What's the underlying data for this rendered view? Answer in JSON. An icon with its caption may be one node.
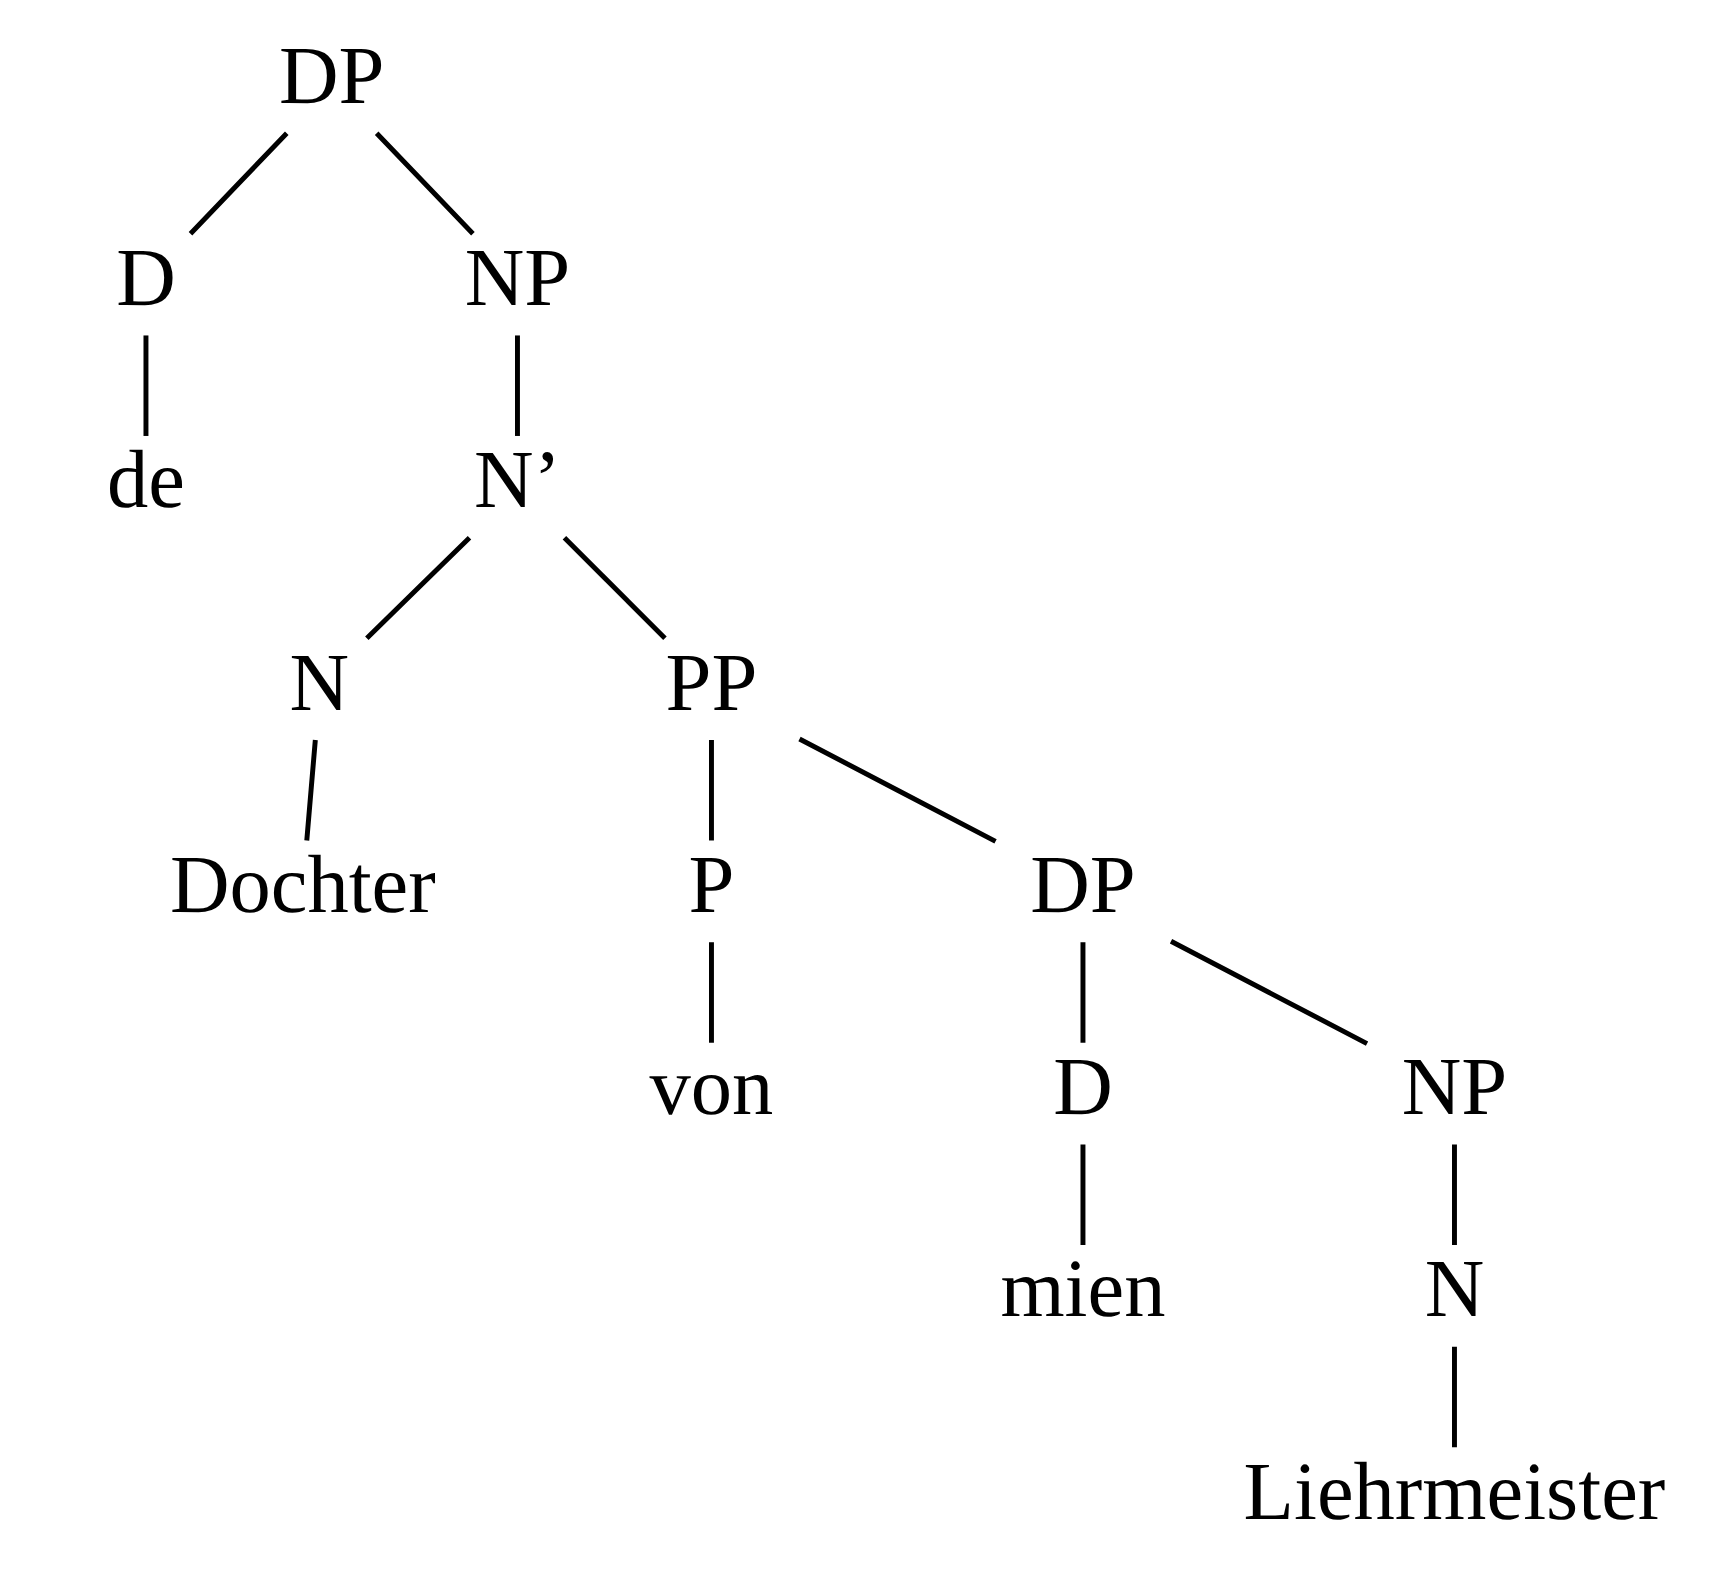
{
  "diagram": {
    "nodes": [
      {
        "text": [
          "DP"
        ]
      },
      {
        "text": [
          "D"
        ]
      },
      {
        "text": [
          "NP"
        ]
      },
      {
        "text": [
          "de"
        ]
      },
      {
        "text": [
          "N’"
        ]
      },
      {
        "text": [
          "N"
        ]
      },
      {
        "text": [
          "PP"
        ]
      },
      {
        "text": [
          "Dochter"
        ]
      },
      {
        "text": [
          "P"
        ]
      },
      {
        "text": [
          "DP"
        ]
      },
      {
        "text": [
          "von"
        ]
      },
      {
        "text": [
          "D"
        ]
      },
      {
        "text": [
          "NP"
        ]
      },
      {
        "text": [
          "mien"
        ]
      },
      {
        "text": [
          "N"
        ]
      },
      {
        "text": [
          "Liehrmeister"
        ]
      }
    ],
    "edges": [
      {
        "from": 0,
        "to": 1,
        "arrow": "none"
      },
      {
        "from": 0,
        "to": 2,
        "arrow": "none"
      },
      {
        "from": 1,
        "to": 3,
        "arrow": "none"
      },
      {
        "from": 2,
        "to": 4,
        "arrow": "none"
      },
      {
        "from": 4,
        "to": 5,
        "arrow": "none"
      },
      {
        "from": 4,
        "to": 6,
        "arrow": "none"
      },
      {
        "from": 5,
        "to": 7,
        "arrow": "none"
      },
      {
        "from": 6,
        "to": 8,
        "arrow": "none"
      },
      {
        "from": 6,
        "to": 9,
        "arrow": "none"
      },
      {
        "from": 8,
        "to": 10,
        "arrow": "none"
      },
      {
        "from": 9,
        "to": 11,
        "arrow": "none"
      },
      {
        "from": 9,
        "to": 12,
        "arrow": "none"
      },
      {
        "from": 11,
        "to": 13,
        "arrow": "none"
      },
      {
        "from": 12,
        "to": 14,
        "arrow": "none"
      },
      {
        "from": 14,
        "to": 15,
        "arrow": "none"
      }
    ]
  }
}
